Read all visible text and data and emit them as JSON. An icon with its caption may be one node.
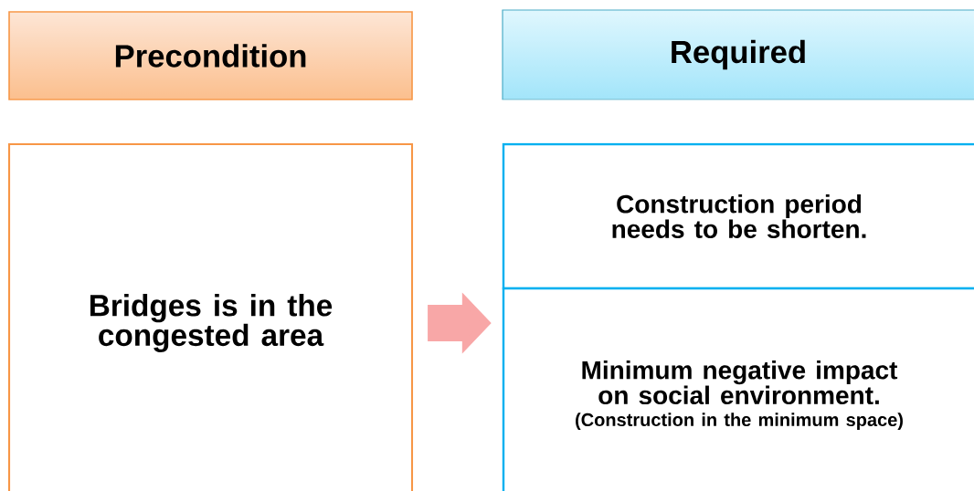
{
  "diagram": {
    "nodes": [
      {
        "text": [
          "Precondition"
        ]
      },
      {
        "text": [
          "Required"
        ]
      },
      {
        "text": [
          "Bridges is in the congested area"
        ]
      },
      {
        "text": [
          "Construction period needs to be shorten."
        ]
      },
      {
        "text": [
          "Minimum negative impact on social environment.",
          "(Construction in the minimum space)"
        ]
      }
    ],
    "edges": [
      {
        "from": 2,
        "to": 4,
        "arrow": "to"
      }
    ]
  }
}
